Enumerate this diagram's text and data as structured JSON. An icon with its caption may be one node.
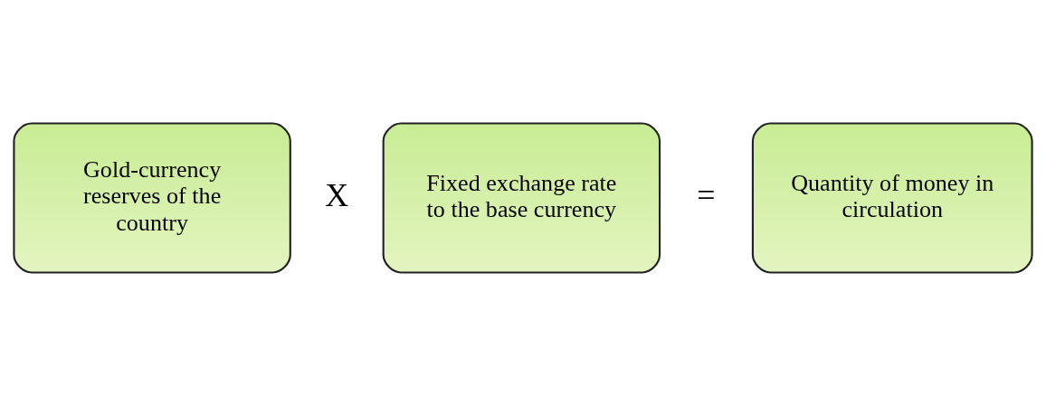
{
  "diagram": {
    "nodes": [
      {
        "text": [
          "Gold-currency reserves of the country"
        ]
      },
      {
        "text": [
          "Fixed exchange rate to the base currency"
        ]
      },
      {
        "text": [
          "Quantity of money in circulation"
        ]
      }
    ],
    "labels": [
      "X",
      "="
    ]
  }
}
